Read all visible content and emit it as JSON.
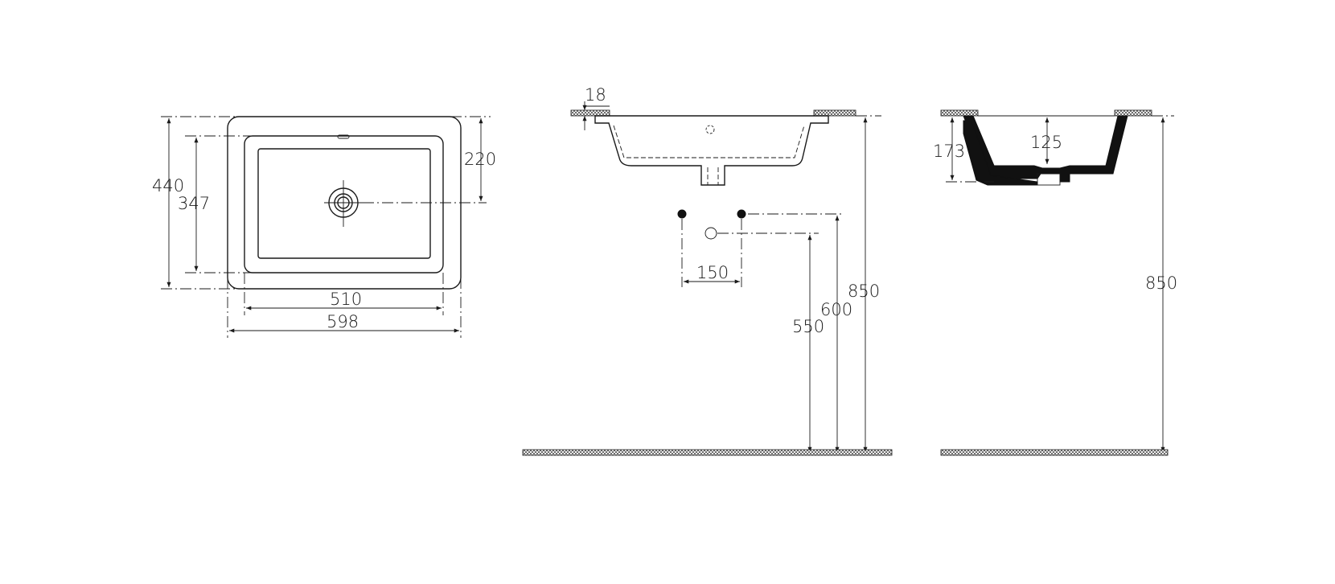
{
  "dimensions": {
    "top_view": {
      "overall_depth": "440",
      "inner_depth": "347",
      "drain_offset": "220",
      "inner_width": "510",
      "overall_width": "598"
    },
    "front_view": {
      "rim_thickness": "18",
      "tap_spacing": "150",
      "waste_height": "550",
      "tap_height": "600",
      "rim_height": "850"
    },
    "side_view": {
      "bowl_height": "173",
      "bowl_depth": "125",
      "rim_height": "850"
    }
  }
}
